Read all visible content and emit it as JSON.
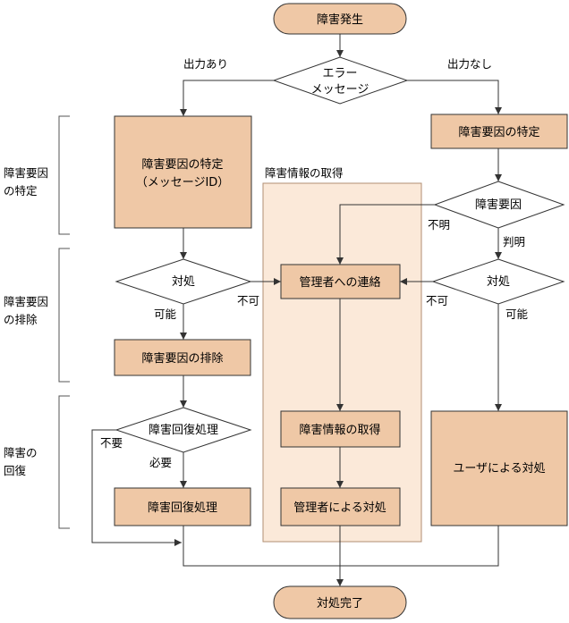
{
  "nodes": {
    "start": "障害発生",
    "end": "対処完了",
    "error_line1": "エラー",
    "error_line2": "メッセージ",
    "identify_left_line1": "障害要因の特定",
    "identify_left_line2": "（メッセージID）",
    "identify_right": "障害要因の特定",
    "cause_decision": "障害要因",
    "handle_left": "対処",
    "handle_right": "対処",
    "eliminate": "障害要因の排除",
    "recovery_decision": "障害回復処理",
    "recovery_process": "障害回復処理",
    "contact_admin": "管理者への連絡",
    "get_info": "障害情報の取得",
    "admin_handle": "管理者による対処",
    "user_handle": "ユーザによる対処"
  },
  "panel_title": "障害情報の取得",
  "edge_labels": {
    "output_yes": "出力あり",
    "output_no": "出力なし",
    "unknown": "不明",
    "known": "判明",
    "impossible_left": "不可",
    "impossible_right": "不可",
    "possible_left": "可能",
    "possible_right": "可能",
    "not_required": "不要",
    "required": "必要"
  },
  "phases": {
    "identify_line1": "障害要因",
    "identify_line2": "の特定",
    "eliminate_line1": "障害要因",
    "eliminate_line2": "の排除",
    "recover_line1": "障害の",
    "recover_line2": "回復"
  },
  "colors": {
    "node_fill": "#efc8a6",
    "panel_fill": "#fbe9d9",
    "stroke": "#333333"
  }
}
